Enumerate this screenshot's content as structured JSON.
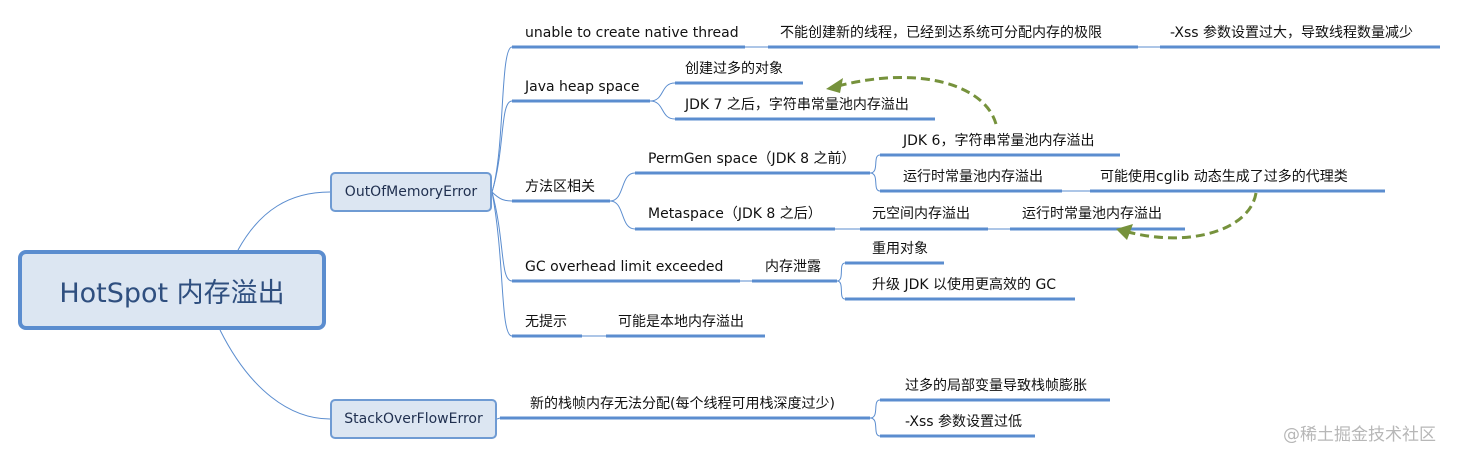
{
  "root": "HotSpot 内存溢出",
  "oom": {
    "label": "OutOfMemoryError",
    "native_thread": {
      "label": "unable to create native thread",
      "reason": "不能创建新的线程，已经到达系统可分配内存的极限",
      "cause": "-Xss 参数设置过大，导致线程数量减少"
    },
    "heap": {
      "label": "Java heap space",
      "c1": "创建过多的对象",
      "c2": "JDK 7 之后，字符串常量池内存溢出"
    },
    "method_area": {
      "label": "方法区相关",
      "permgen": {
        "label": "PermGen space（JDK 8 之前）",
        "c1": "JDK 6，字符串常量池内存溢出",
        "c2": "运行时常量池内存溢出",
        "c2_cause": "可能使用cglib 动态生成了过多的代理类"
      },
      "metaspace": {
        "label": "Metaspace（JDK 8 之后）",
        "c1": "元空间内存溢出",
        "c1_child": "运行时常量池内存溢出"
      }
    },
    "gc": {
      "label": "GC overhead limit exceeded",
      "leak": "内存泄露",
      "c1": "重用对象",
      "c2": "升级 JDK 以使用更高效的 GC"
    },
    "none": {
      "label": "无提示",
      "c1": "可能是本地内存溢出"
    }
  },
  "soe": {
    "label": "StackOverFlowError",
    "reason": "新的栈帧内存无法分配(每个线程可用栈深度过少)",
    "c1": "过多的局部变量导致栈帧膨胀",
    "c2": "-Xss 参数设置过低"
  },
  "watermark": "@稀土掘金技术社区",
  "colors": {
    "line": "#5b8dcf",
    "arrow": "#76923c",
    "box_bg": "#dce6f2"
  }
}
